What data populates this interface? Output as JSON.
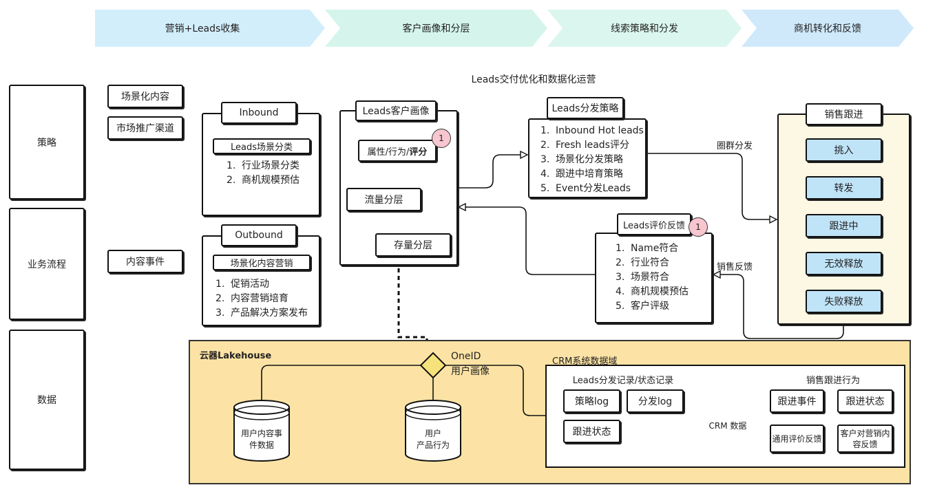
{
  "stages": [
    "营销+Leads收集",
    "客户画像和分层",
    "线索策略和分发",
    "商机转化和反馈"
  ],
  "stage_colors": [
    "#d3eefb",
    "#d5f5ec",
    "#dbf6ee",
    "#cfe8fa"
  ],
  "top_caption": "Leads交付优化和数据化运营",
  "rows": {
    "strategy": "策略",
    "process": "业务流程",
    "data": "数据"
  },
  "sources": {
    "scene_content": "场景化内容",
    "market_channel": "市场推广渠道",
    "content_event": "内容事件"
  },
  "inbound": {
    "title": "Inbound",
    "subtitle": "Leads场景分类",
    "items": [
      {
        "n": "1.",
        "t": "行业场景分类"
      },
      {
        "n": "2.",
        "t": "商机规模预估"
      }
    ]
  },
  "outbound": {
    "title": "Outbound",
    "subtitle": "场景化内容营销",
    "items": [
      {
        "n": "1.",
        "t": "促销活动"
      },
      {
        "n": "2.",
        "t": "内容营销培育"
      },
      {
        "n": "3.",
        "t": "产品解决方案发布"
      }
    ]
  },
  "portrait": {
    "title": "Leads客户画像",
    "attr_prefix": "属性/行为/",
    "attr_bold": "评分",
    "badge": "1",
    "flow": "流量分层",
    "stock": "存量分层"
  },
  "dispatch": {
    "title": "Leads分发策略",
    "items": [
      {
        "n": "1.",
        "t": "Inbound Hot leads"
      },
      {
        "n": "2.",
        "t": "Fresh leads评分"
      },
      {
        "n": "3.",
        "t": "场景化分发策略"
      },
      {
        "n": "4.",
        "t": "跟进中培育策略"
      },
      {
        "n": "5.",
        "t": "Event分发Leads"
      }
    ]
  },
  "feedback": {
    "title": "Leads评价反馈",
    "badge": "1",
    "items": [
      {
        "n": "1.",
        "t": "Name符合"
      },
      {
        "n": "2.",
        "t": "行业符合"
      },
      {
        "n": "3.",
        "t": "场景符合"
      },
      {
        "n": "4.",
        "t": "商机规模预估"
      },
      {
        "n": "5.",
        "t": "客户评级"
      }
    ]
  },
  "sales": {
    "title": "销售跟进",
    "items": [
      "挑入",
      "转发",
      "跟进中",
      "无效释放",
      "失败释放"
    ]
  },
  "labels": {
    "circle_dispatch": "圈群分发",
    "sales_feedback": "销售反馈"
  },
  "lakehouse": {
    "title": "云器Lakehouse",
    "oneid_1": "OneID",
    "oneid_2": "用户画像",
    "db1_line1": "用户内容事",
    "db1_line2": "件数据",
    "db2_line1": "用户",
    "db2_line2": "产品行为"
  },
  "crm": {
    "title": "CRM系统数据域",
    "records_title": "Leads分发记录/状态记录",
    "records": [
      "策略log",
      "分发log",
      "跟进状态"
    ],
    "crm_db": "CRM 数据",
    "sales_title": "销售跟进行为",
    "follow_event": "跟进事件",
    "follow_state": "跟进状态",
    "general_feedback": "通用评价反馈",
    "customer_feedback_1": "客户对营销内",
    "customer_feedback_2": "容反馈"
  },
  "colors": {
    "lakehouse_fill": "#fce3a5",
    "sales_fill": "#fdf8e4",
    "blue": "#bfe3f7",
    "badge": "#f7c6cf"
  }
}
